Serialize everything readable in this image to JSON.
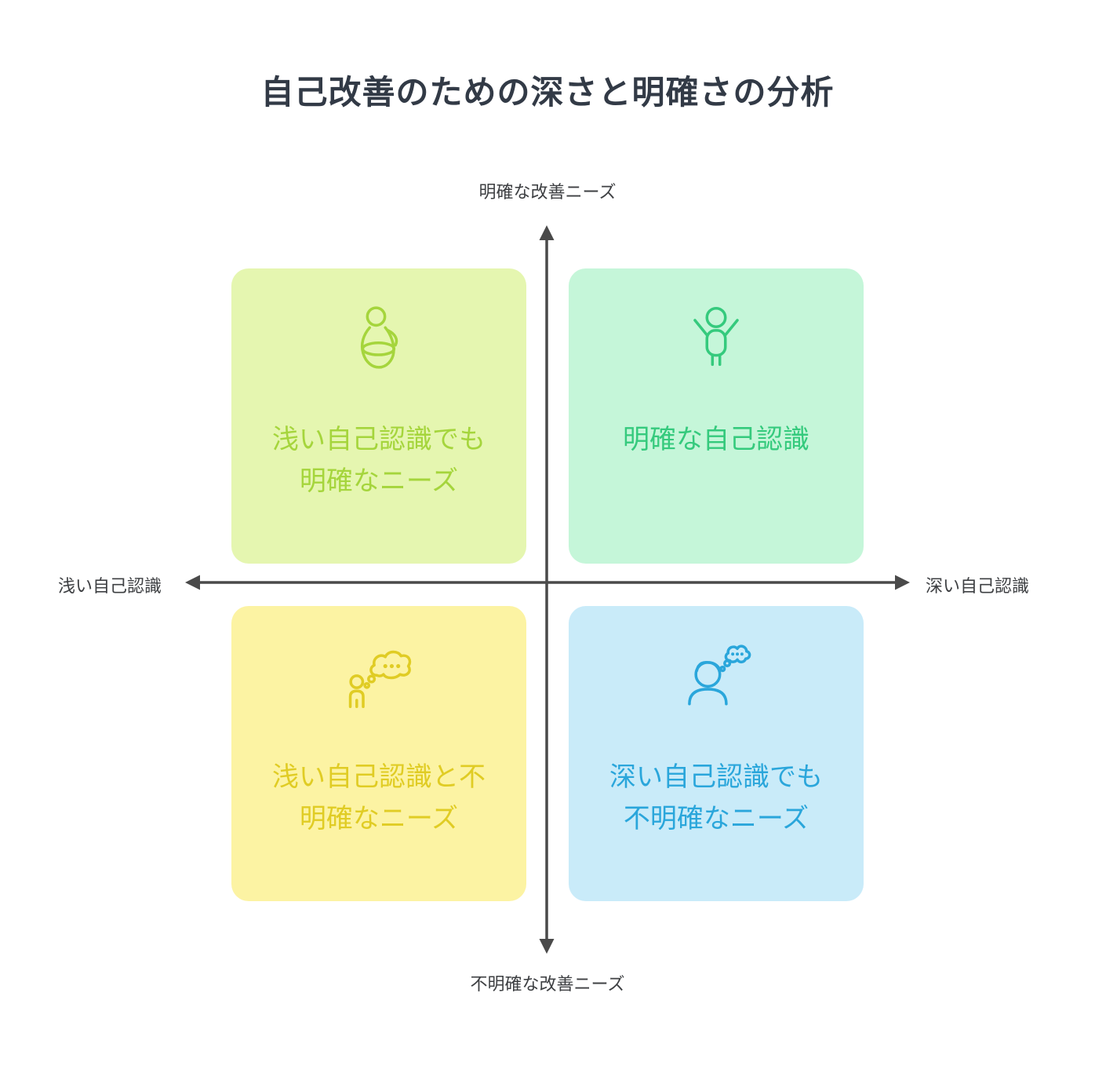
{
  "title": "自己改善のための深さと明確さの分析",
  "axes": {
    "top": "明確な改善ニーズ",
    "bottom": "不明確な改善ニーズ",
    "left": "浅い自己認識",
    "right": "深い自己認識",
    "line_color": "#4a4a4a"
  },
  "quadrants": [
    {
      "position": "top-left",
      "icon": "waist-measure-person-icon",
      "line1": "浅い自己認識でも",
      "line2": "明確なニーズ",
      "bg": "#e5f6b0",
      "color": "#a5d53c"
    },
    {
      "position": "top-right",
      "icon": "arms-raised-person-icon",
      "line1": "明確な自己認識",
      "line2": "",
      "bg": "#c5f6d9",
      "color": "#35ca7d"
    },
    {
      "position": "bottom-left",
      "icon": "thinking-person-cloud-icon",
      "line1": "浅い自己認識と不",
      "line2": "明確なニーズ",
      "bg": "#fcf3a3",
      "color": "#e0cc24"
    },
    {
      "position": "bottom-right",
      "icon": "person-thought-bubble-icon",
      "line1": "深い自己認識でも",
      "line2": "不明確なニーズ",
      "bg": "#c9ebf9",
      "color": "#2aa6db"
    }
  ]
}
